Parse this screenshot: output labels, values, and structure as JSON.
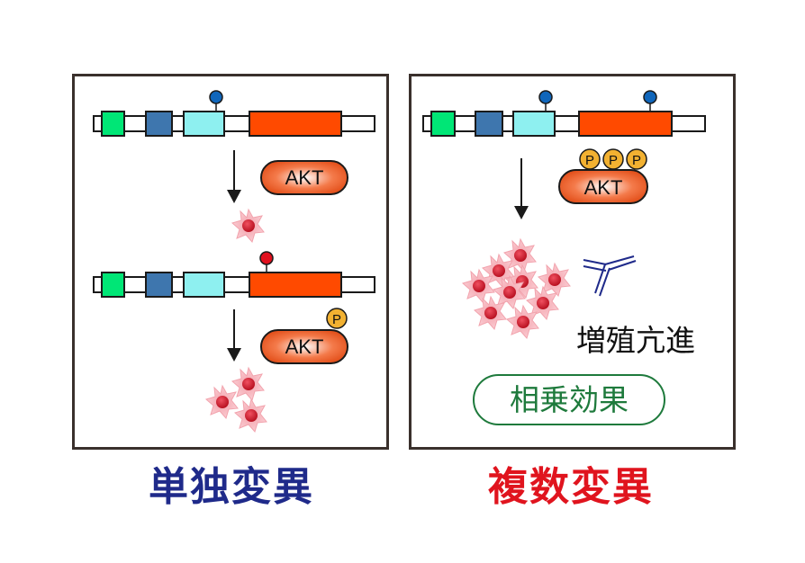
{
  "colors": {
    "frame": "#3a302c",
    "domain_green": "#00e676",
    "domain_steel_blue": "#3e76ae",
    "domain_cyan": "#8ef0f0",
    "kinase_orange": "#ff4a00",
    "wildtype_marker_blue": "#1066bb",
    "mutant_marker_red": "#e0101e",
    "phospho_yellow": "#f2b131",
    "cell_pink": "#f7a8b2",
    "nucleus_red": "#cc1e2e",
    "antibody_navy": "#1f2a8a",
    "single_caption": "#1f2a8a",
    "multiple_caption": "#e0141e",
    "synergy_green": "#1e7a3c"
  },
  "left_panel": {
    "akt_label_top": "AKT",
    "akt_label_bottom": "AKT",
    "phospho_label": "P",
    "caption": "単独変異",
    "top_protein_marker": "wildtype",
    "bottom_protein_marker": "mutant",
    "cells_after_top": 1,
    "cells_after_bottom": 3
  },
  "right_panel": {
    "akt_label": "AKT",
    "phospho_labels": [
      "P",
      "P",
      "P"
    ],
    "proliferation_label": "増殖亢進",
    "synergy_label": "相乗効果",
    "caption": "複数変異",
    "cells": 9
  }
}
